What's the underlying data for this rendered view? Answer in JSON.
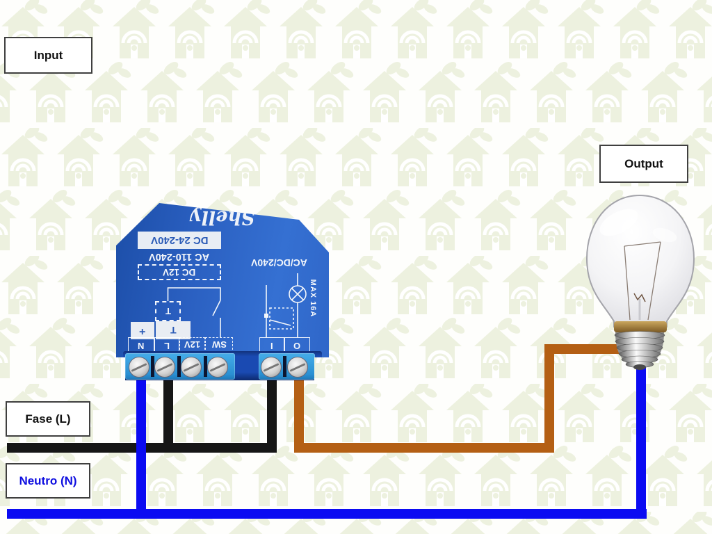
{
  "diagram": {
    "input_label": "Input",
    "output_label": "Output",
    "fase_label": "Fase (L)",
    "neutro_label": "Neutro (N)"
  },
  "device": {
    "brand": "Shelly",
    "rating_dc_high": "DC 24-240V",
    "rating_ac": "AC 110-240V",
    "rating_dc_low": "DC 12V",
    "rating_output": "AC/DC/240V",
    "rating_max": "MAX 16A",
    "marker_plus": "+",
    "marker_t": "T",
    "marker_t_dashed": "T",
    "terminals": [
      "N",
      "L",
      "12V",
      "SW",
      "I",
      "O"
    ]
  },
  "icons": {
    "lamp_symbol": "circle-with-x lamp",
    "switch_symbol": "open-switch",
    "relay_symbol": "dashed-box relay contact",
    "background_motif": "shelly house with wifi waves and leaf"
  },
  "colors": {
    "fase_wire": "#161616",
    "neutro_wire": "#0b0bf2",
    "output_wire": "#b45f14",
    "device_body": "#2a5fc0",
    "terminal_block": "#2f9ce0",
    "neutro_label_text": "#0d0de0",
    "pattern": "#edf1df"
  }
}
